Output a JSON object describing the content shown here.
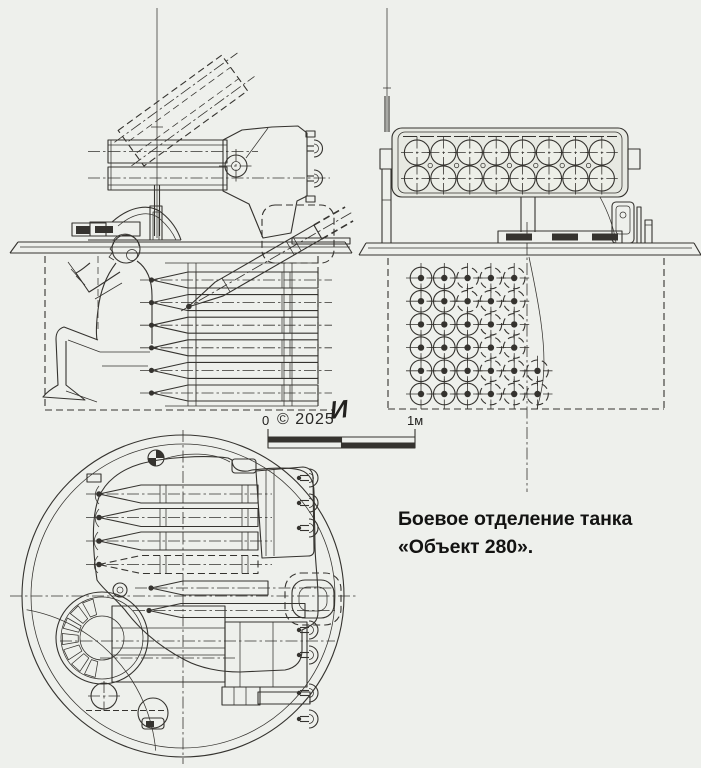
{
  "page": {
    "background": "#eef0ec",
    "ink": "#35332f"
  },
  "caption": {
    "line1": "Боевое отделение танка",
    "line2": "«Объект 280»."
  },
  "scale_bar": {
    "zero_label": "0",
    "one_meter_label": "1м",
    "segments": 2
  },
  "watermark": {
    "year": "© 2025",
    "sign": "И"
  },
  "side_view": {
    "rack_rockets": 6,
    "launch_tubes_visible": 2
  },
  "rear_view": {
    "tube_rows": 2,
    "tube_cols": 8,
    "bolt_dots": 7,
    "ammo_rows": 6,
    "ammo_cols": 5,
    "ammo_extra": 2
  },
  "plan_view": {
    "long_shells": 4,
    "short_shells": 2,
    "hatch_segments": 7,
    "side_hooks": 7
  }
}
